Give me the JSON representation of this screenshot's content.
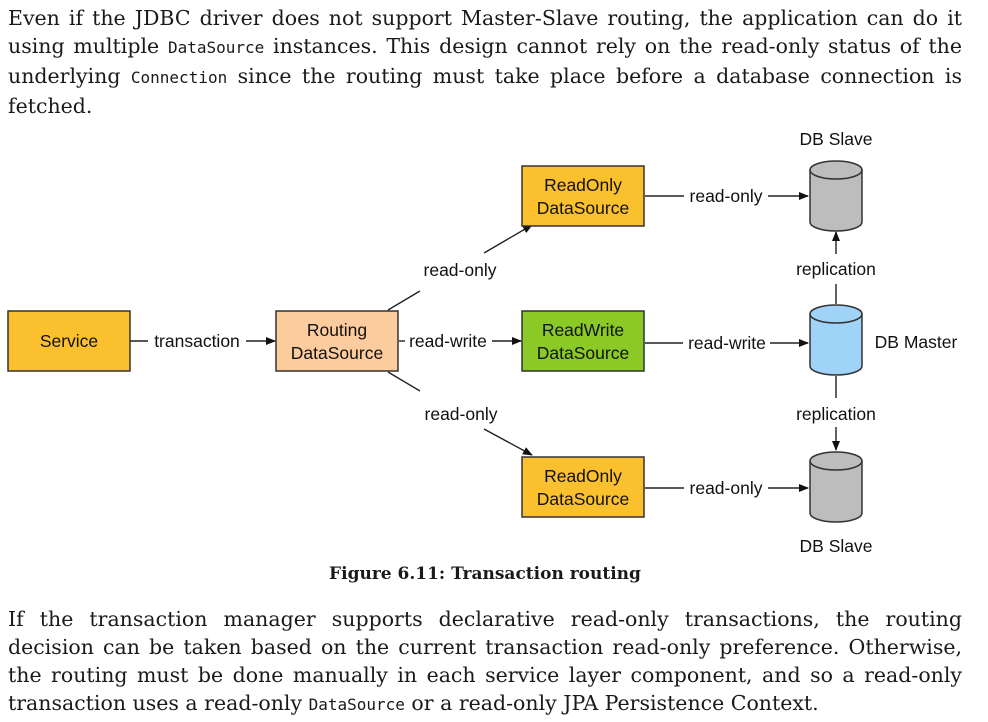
{
  "paragraph1": {
    "t1": "Even if the JDBC driver does not support Master-Slave routing, the application can do it using multiple ",
    "c1": "DataSource",
    "t2": " instances. This design cannot rely on the read-only status of the underlying ",
    "c2": "Connection",
    "t3": " since the routing must take place before a database connection is fetched."
  },
  "diagram": {
    "service": "Service",
    "routing_line1": "Routing",
    "routing_line2": "DataSource",
    "readonly_line1": "ReadOnly",
    "readwrite_line1": "ReadWrite",
    "ds_line2": "DataSource",
    "label_transaction": "transaction",
    "label_read_write": "read-write",
    "label_read_only": "read-only",
    "label_replication": "replication",
    "db_slave": "DB Slave",
    "db_master": "DB Master",
    "colors": {
      "yellow": "#fbc02d",
      "peach": "#fdcc9e",
      "green": "#8ac926",
      "blue": "#9fd3f7",
      "gray": "#bdbdbd"
    }
  },
  "caption": "Figure 6.11: Transaction routing",
  "paragraph2": {
    "t1": "If the transaction manager supports declarative read-only transactions, the routing decision can be taken based on the current transaction read-only preference. Otherwise, the routing must be done manually in each service layer component, and so a read-only transaction uses a read-only ",
    "c1": "DataSource",
    "t2": " or a read-only JPA Persistence Context."
  }
}
